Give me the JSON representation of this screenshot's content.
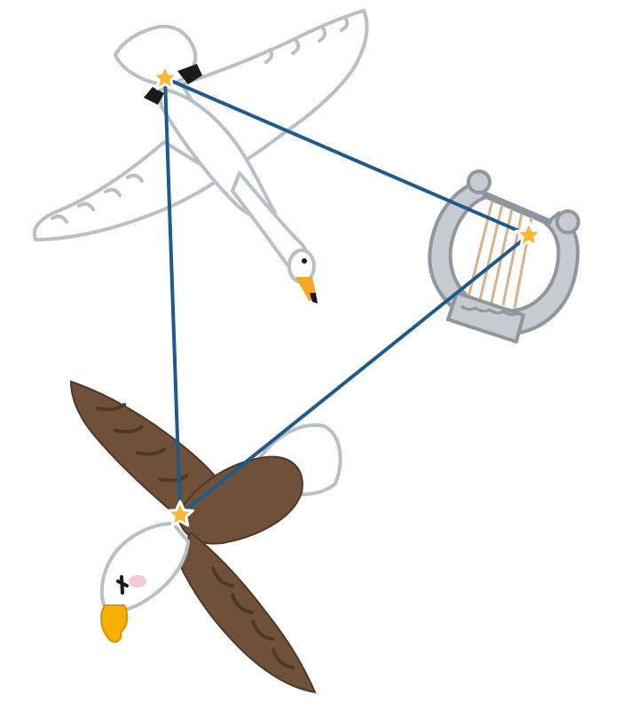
{
  "colors": {
    "background": "#ffffff",
    "triangle_line": "#1f5a8c",
    "star_fill": "#f7b731",
    "star_outline": "#ffffff",
    "swan_body": "#ffffff",
    "swan_outline": "#b9bfc6",
    "swan_beak": "#f5a623",
    "swan_tip": "#1a1a1a",
    "eagle_body": "#6e5138",
    "eagle_dark": "#4f3826",
    "eagle_head": "#ffffff",
    "eagle_beak": "#f5b000",
    "lyre_body": "#c6cbd0",
    "lyre_outline": "#8f969d",
    "lyre_strings": "#d7b28a"
  },
  "icons": [
    "swan-icon",
    "lyre-icon",
    "eagle-icon",
    "star-icon"
  ],
  "stars": [
    {
      "name": "star-deneb"
    },
    {
      "name": "star-vega"
    },
    {
      "name": "star-altair"
    }
  ]
}
